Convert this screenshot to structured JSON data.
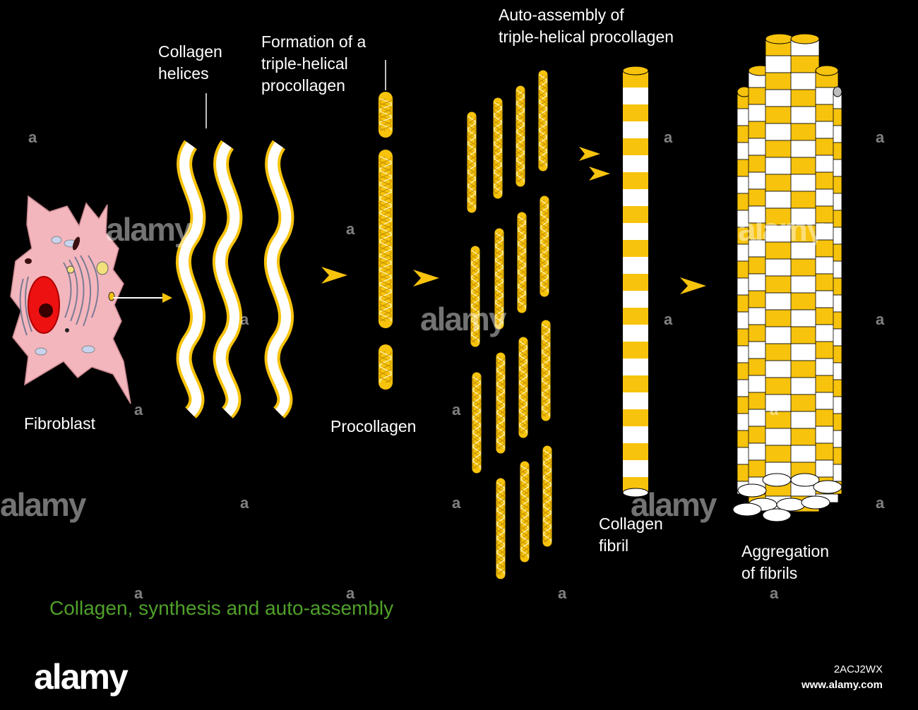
{
  "labels": {
    "collagen_helices": "Collagen\nhelices",
    "formation": "Formation of a\ntriple-helical\nprocollagen",
    "auto_assembly": "Auto-assembly of\ntriple-helical procollagen",
    "fibroblast": "Fibroblast",
    "procollagen": "Procollagen",
    "collagen_fibril": "Collagen\nfibril",
    "aggregation": "Aggregation\nof fibrils"
  },
  "caption": "Collagen, synthesis and auto-assembly",
  "watermark": {
    "logo": "alamy",
    "image_id": "2ACJ2WX",
    "url": "www.alamy.com",
    "tile_text": "alamy",
    "tile_letter": "a"
  },
  "colors": {
    "background": "#000000",
    "cell": "#f4b6bd",
    "nucleus": "#ee1111",
    "collagen_yellow": "#f7c30c",
    "collagen_white": "#ffffff",
    "caption": "#4fa02a"
  }
}
